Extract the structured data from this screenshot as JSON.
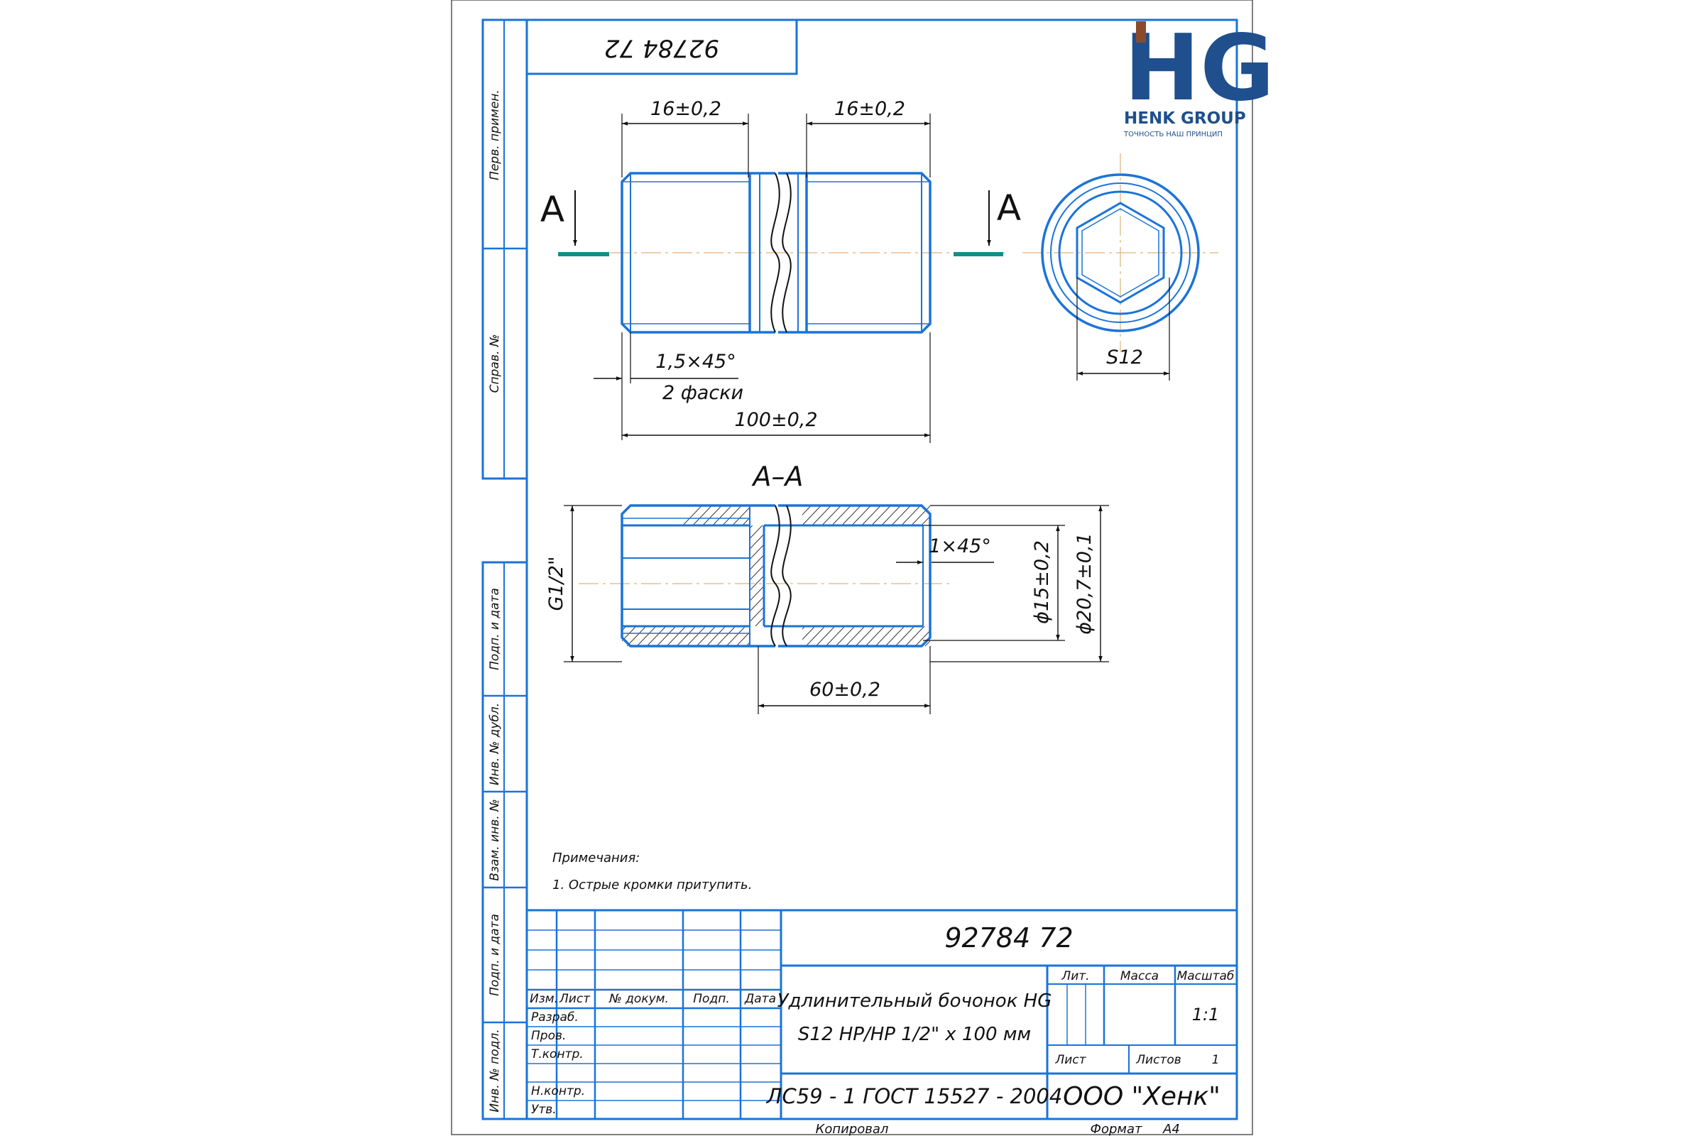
{
  "colors": {
    "frame": "#1a73d9",
    "ink": "#111111",
    "axis": "#e0b27a",
    "section_marker": "#0f8f86",
    "logo_blue": "#1f4f8c",
    "logo_brown": "#8b4a2b"
  },
  "drawing_number": "9278472",
  "drawing_number_display": "92784 72",
  "logo": {
    "letters": "HG",
    "company": "HENK GROUP",
    "slogan": "ТОЧНОСТЬ НАШ ПРИНЦИП"
  },
  "side_stamp": {
    "first_use": "Перв. примен.",
    "reference_no": "Справ. №",
    "sign_date_1": "Подп. и дата",
    "dup_inv_no": "Инв. № дубл.",
    "replace_inv_no": "Взам. инв. №",
    "sign_date_2": "Подп. и дата",
    "orig_inv_no": "Инв. № подл."
  },
  "views": {
    "section_letter_left": "A",
    "section_letter_right": "A",
    "section_title": "A–A"
  },
  "dimensions": {
    "left_thread_len": "16±0,2",
    "right_thread_len": "16±0,2",
    "chamfer": "1,5×45°",
    "chamfer_note": "2 фаски",
    "overall_length": "100±0,2",
    "hex_size": "S12",
    "thread": "G1/2\"",
    "inner_chamfer": "1×45°",
    "inner_diameter": "ϕ15±0,2",
    "outer_diameter": "ϕ20,7±0,1",
    "bore_depth": "60±0,2"
  },
  "notes": {
    "heading": "Примечания:",
    "item_1": "1. Острые кромки притупить."
  },
  "title_block": {
    "designation": "92784 72",
    "name_line_1": "Удлинительный бочонок HG",
    "name_line_2": "S12 НР/НР 1/2\" х 100 мм",
    "material": "ЛС59 - 1 ГОСТ 15527 - 2004",
    "organization": "ООО \"Хенк\"",
    "col_change": "Изм.",
    "col_sheet": "Лист",
    "col_doc_no": "№ докум.",
    "col_sign": "Подп.",
    "col_date": "Дата",
    "role_developer": "Разраб.",
    "role_checker": "Пров.",
    "role_tech_control": "Т.контр.",
    "role_norm_control": "Н.контр.",
    "role_approved": "Утв.",
    "label_lit": "Лит.",
    "label_mass": "Масса",
    "label_scale": "Масштаб",
    "scale_value": "1:1",
    "label_sheet": "Лист",
    "label_sheets": "Листов",
    "sheets_value": "1",
    "copied": "Копировал",
    "format_label": "Формат",
    "format_value": "А4"
  }
}
